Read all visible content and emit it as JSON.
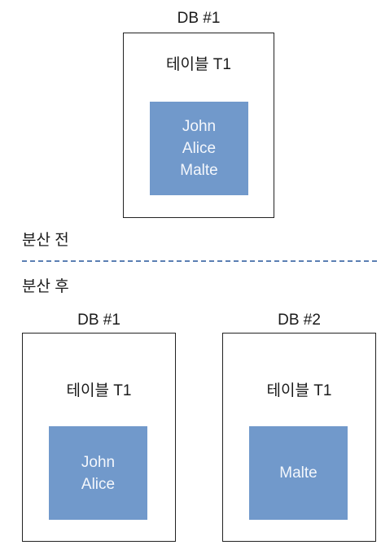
{
  "before": {
    "db_label": "DB #1",
    "table_title": "테이블 T1",
    "rows": [
      "John",
      "Alice",
      "Malte"
    ],
    "section_label": "분산 전"
  },
  "after": {
    "section_label": "분산 후",
    "db1": {
      "db_label": "DB #1",
      "table_title": "테이블 T1",
      "rows": [
        "John",
        "Alice"
      ]
    },
    "db2": {
      "db_label": "DB #2",
      "table_title": "테이블 T1",
      "rows": [
        "Malte"
      ]
    }
  },
  "colors": {
    "block_fill": "#7199cb",
    "divider": "#5b7fb3"
  }
}
